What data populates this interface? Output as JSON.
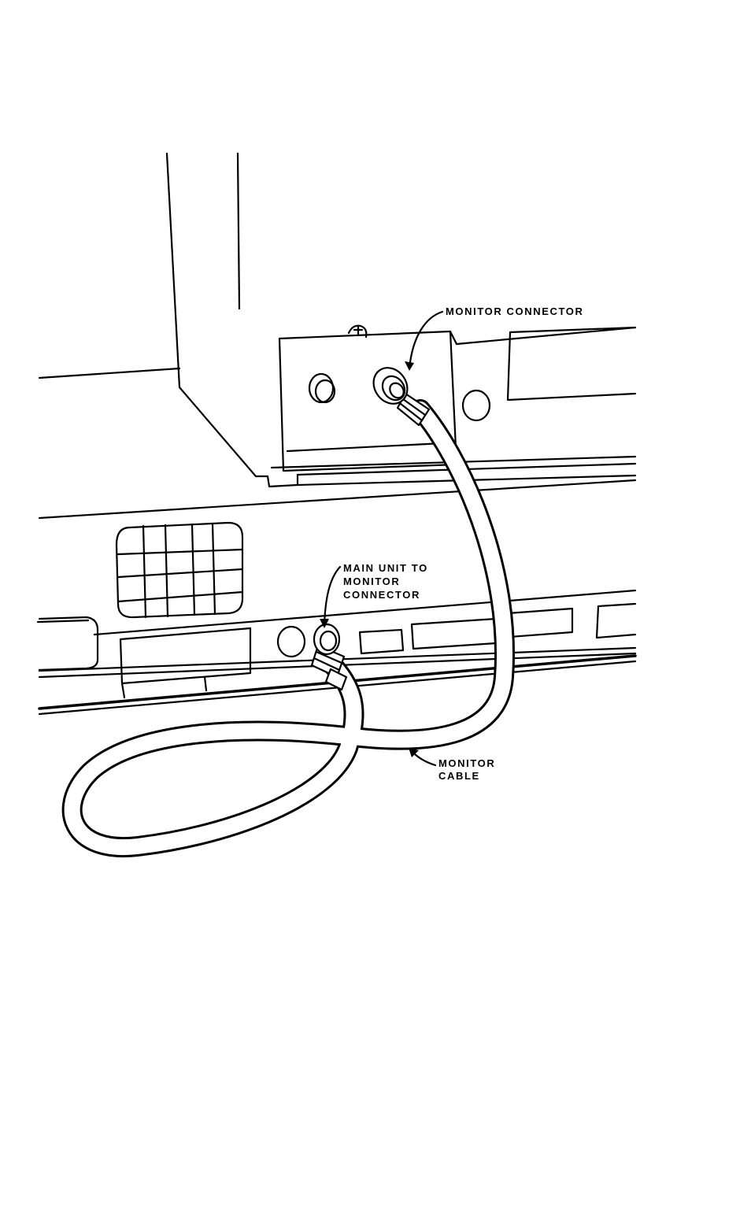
{
  "labels": {
    "monitor_connector": "MONITOR CONNECTOR",
    "main_unit_line1": "MAIN UNIT TO",
    "main_unit_line2": "MONITOR",
    "main_unit_line3": "CONNECTOR",
    "cable_line1": "MONITOR",
    "cable_line2": "CABLE"
  }
}
